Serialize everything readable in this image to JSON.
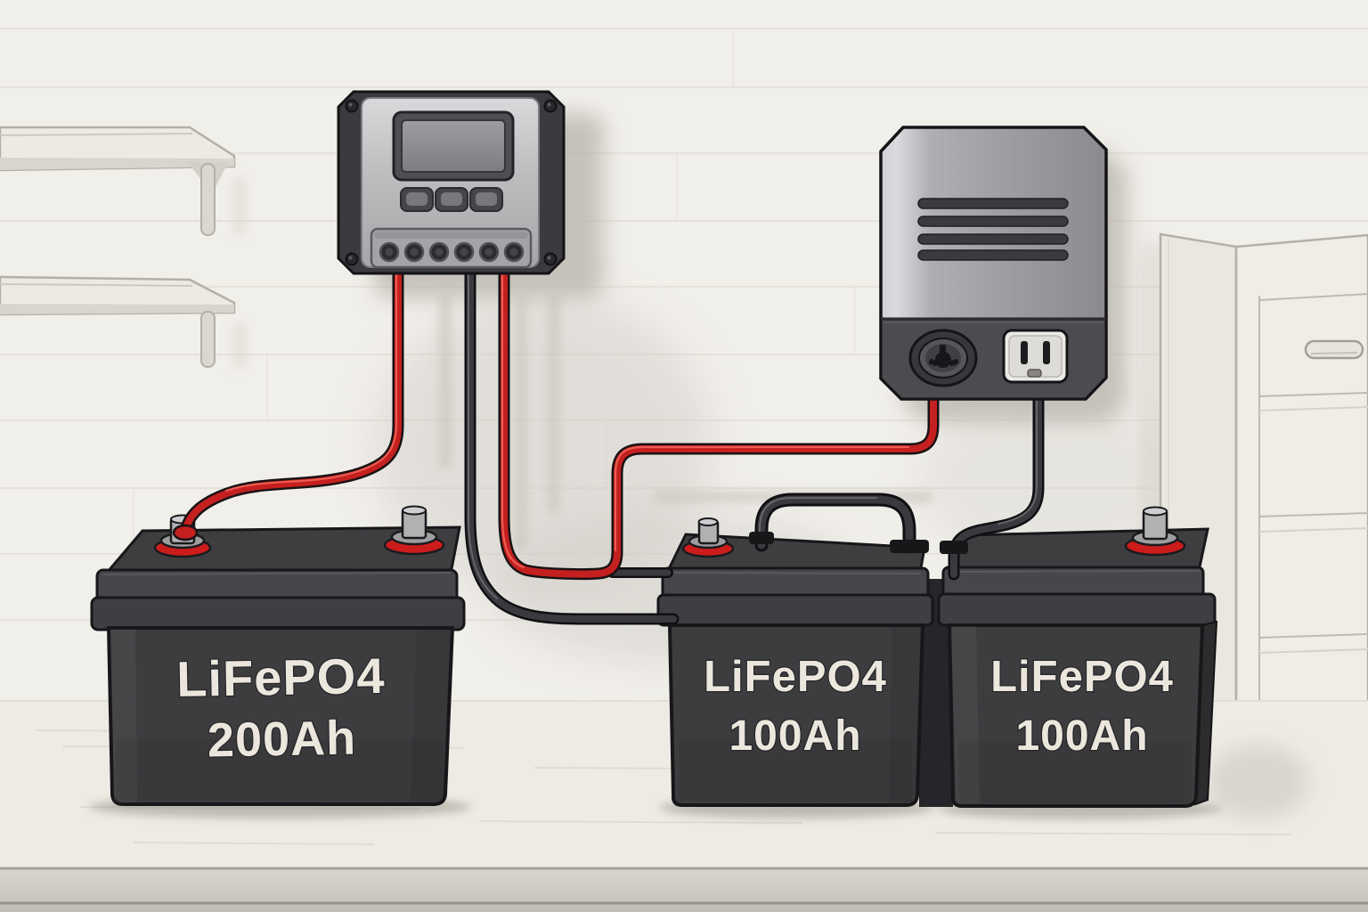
{
  "scene": {
    "description": "Illustration of a wall-mounted solar charge controller and inverter wired to a LiFePO4 battery bank on a counter"
  },
  "batteries": [
    {
      "chemistry": "LiFePO4",
      "capacity": "200Ah"
    },
    {
      "chemistry": "LiFePO4",
      "capacity": "100Ah"
    },
    {
      "chemistry": "LiFePO4",
      "capacity": "100Ah"
    }
  ],
  "colors": {
    "wall": "#f1efea",
    "counter": "#eeebe4",
    "counter_edge": "#d2cec6",
    "battery_body": "#3d3d40",
    "battery_lid": "#47474b",
    "label_text": "#ece7dd",
    "wire_red": "#c42020",
    "wire_black": "#3a3a3e",
    "controller_silver": "#b9babc",
    "inverter_gray": "#9b9ca0",
    "terminal_red": "#cc1c1c"
  }
}
